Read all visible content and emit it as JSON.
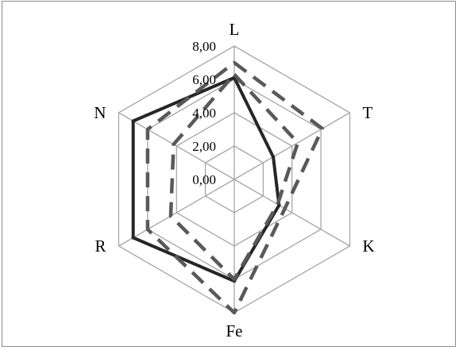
{
  "chart_data": {
    "type": "radar",
    "axes": [
      "L",
      "T",
      "K",
      "Fe",
      "R",
      "N"
    ],
    "tick_labels": [
      "0,00",
      "2,00",
      "4,00",
      "6,00",
      "8,00"
    ],
    "rlim": [
      0,
      8
    ],
    "grid": true,
    "legend": "none",
    "series": [
      {
        "values": [
          6.1,
          2.7,
          3.1,
          6.1,
          7.0,
          7.0
        ],
        "style": "solid",
        "color": "#262626"
      },
      {
        "values": [
          7.0,
          6.1,
          3.5,
          8.0,
          6.0,
          6.0
        ],
        "style": "dashed",
        "color": "#595959"
      },
      {
        "values": [
          6.3,
          4.4,
          3.0,
          6.0,
          4.4,
          4.2
        ],
        "style": "dashed",
        "color": "#595959"
      }
    ],
    "colors": {
      "grid": "#a6a6a6",
      "frame": "#8c8c8c"
    }
  }
}
